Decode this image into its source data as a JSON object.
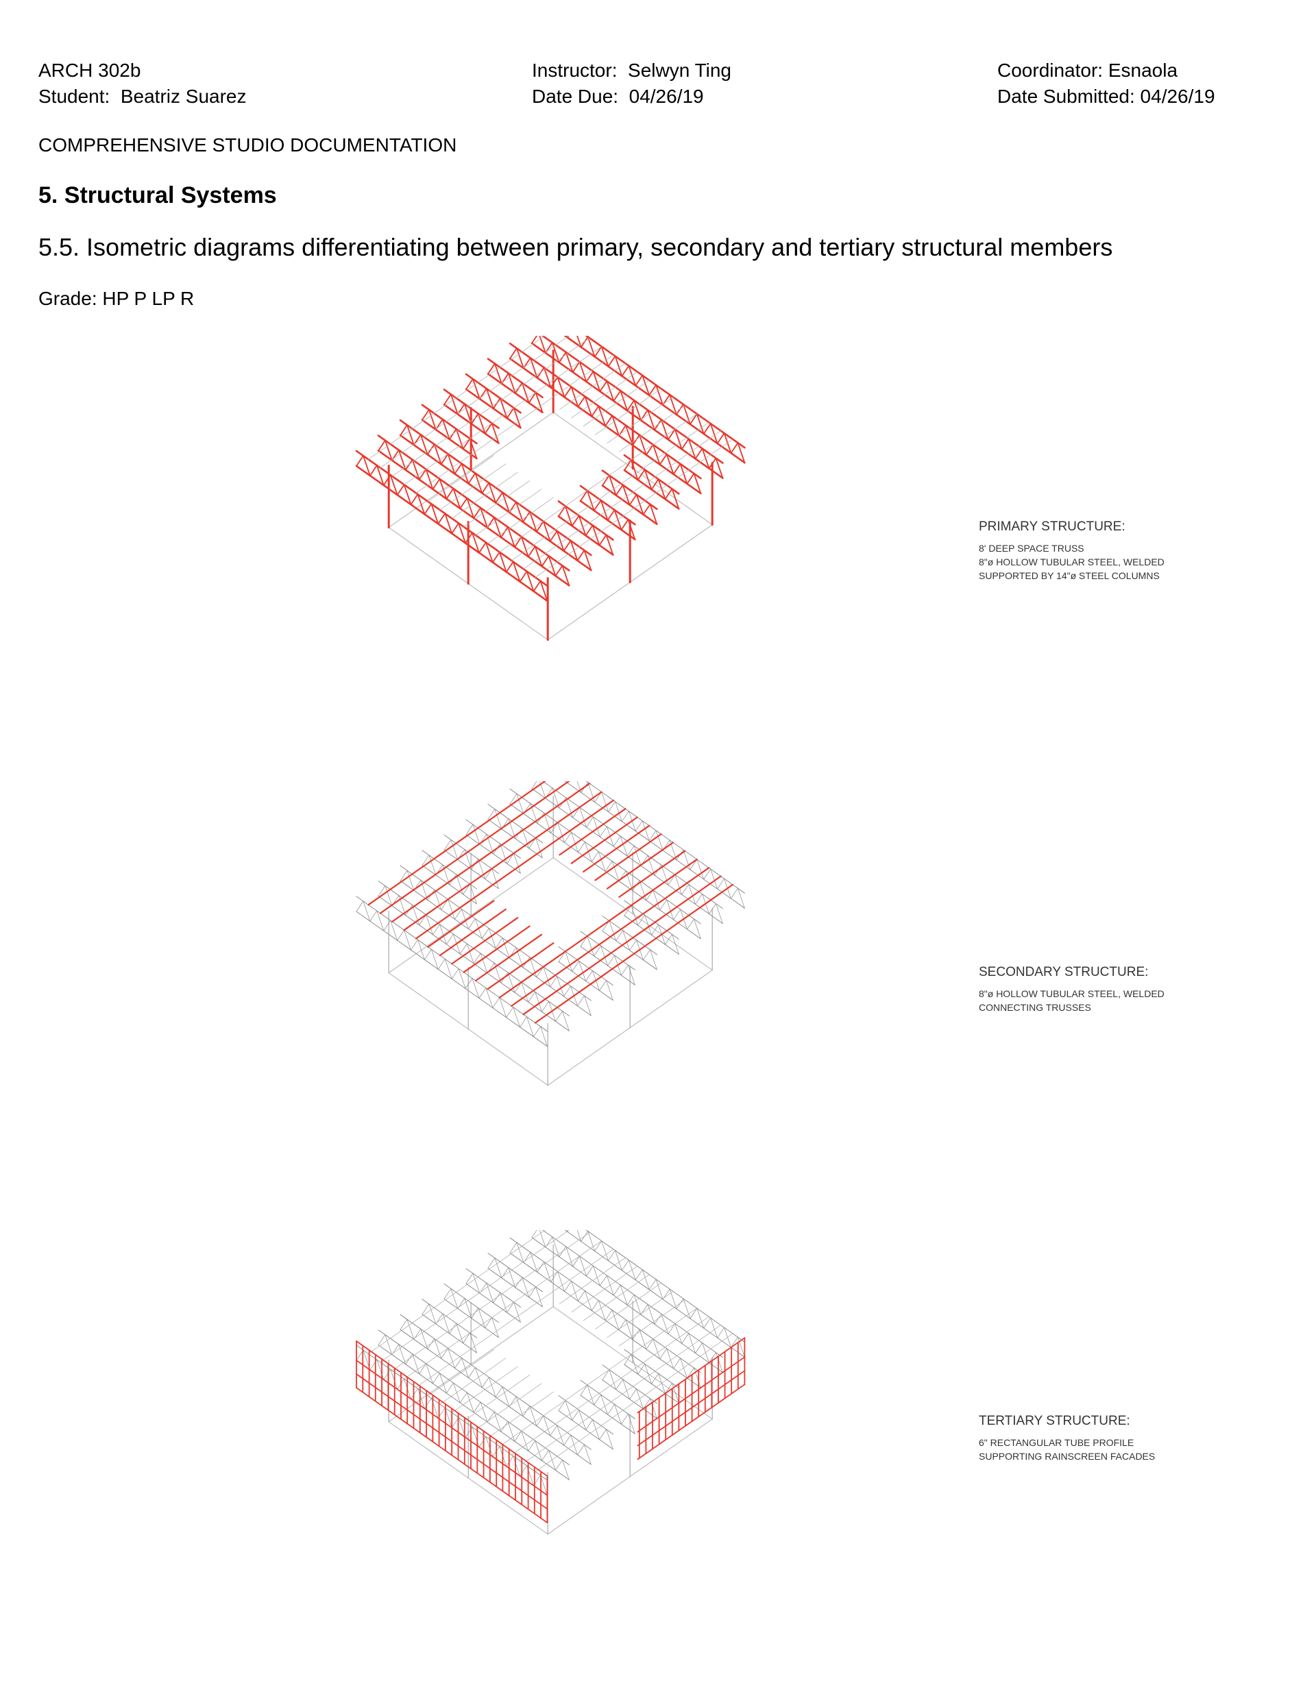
{
  "header": {
    "course": "ARCH 302b",
    "student": "Student:  Beatriz Suarez",
    "instructor": "Instructor:  Selwyn Ting",
    "date_due": "Date Due:  04/26/19",
    "coordinator": "Coordinator: Esnaola",
    "date_submitted": "Date Submitted: 04/26/19"
  },
  "document_title": "COMPREHENSIVE STUDIO DOCUMENTATION",
  "section_title": "5. Structural Systems",
  "subsection_title": "5.5. Isometric diagrams differentiating between primary, secondary and tertiary structural members",
  "grade": "Grade: HP P LP R",
  "colors": {
    "highlight": "#e8382c",
    "linework": "#8a8a8a",
    "text": "#333333"
  },
  "diagrams": [
    {
      "title": "PRIMARY STRUCTURE:",
      "lines": [
        "8' DEEP SPACE TRUSS",
        "8\"ø HOLLOW TUBULAR STEEL, WELDED",
        "SUPPORTED BY 14\"ø STEEL COLUMNS"
      ]
    },
    {
      "title": "SECONDARY STRUCTURE:",
      "lines": [
        "8\"ø HOLLOW TUBULAR STEEL, WELDED",
        "CONNECTING TRUSSES"
      ]
    },
    {
      "title": "TERTIARY STRUCTURE:",
      "lines": [
        "6\" RECTANGULAR TUBE PROFILE",
        "SUPPORTING RAINSCREEN FACADES"
      ]
    }
  ]
}
